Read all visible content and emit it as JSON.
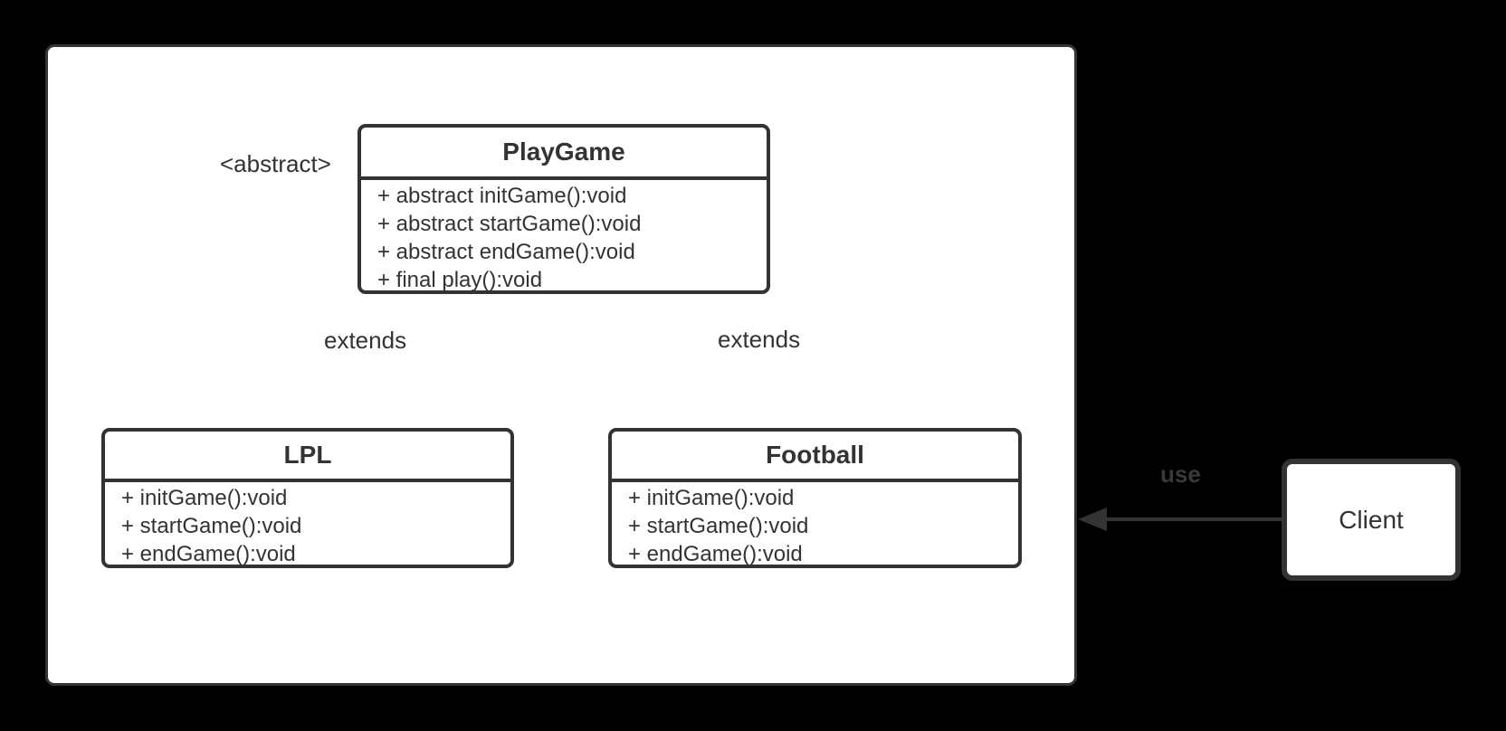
{
  "diagram": {
    "stereotype_label": "<abstract>",
    "classes": {
      "playgame": {
        "name": "PlayGame",
        "methods": [
          "+ abstract initGame():void",
          "+ abstract startGame():void",
          "+ abstract endGame():void",
          "+ final play():void"
        ]
      },
      "lpl": {
        "name": "LPL",
        "methods": [
          "+ initGame():void",
          "+ startGame():void",
          "+ endGame():void"
        ]
      },
      "football": {
        "name": "Football",
        "methods": [
          "+ initGame():void",
          "+ startGame():void",
          "+ endGame():void"
        ]
      },
      "client": {
        "name": "Client"
      }
    },
    "relationships": [
      {
        "type": "generalization",
        "from": "LPL",
        "to": "PlayGame",
        "label": "extends"
      },
      {
        "type": "generalization",
        "from": "Football",
        "to": "PlayGame",
        "label": "extends"
      },
      {
        "type": "dependency",
        "from": "Client",
        "to": "PlayGame",
        "label": "use"
      }
    ],
    "colors": {
      "background": "#000000",
      "panel_fill": "#ffffff",
      "stroke": "#333333",
      "text": "#333333",
      "use_label_text": "#3a3a3a"
    }
  }
}
